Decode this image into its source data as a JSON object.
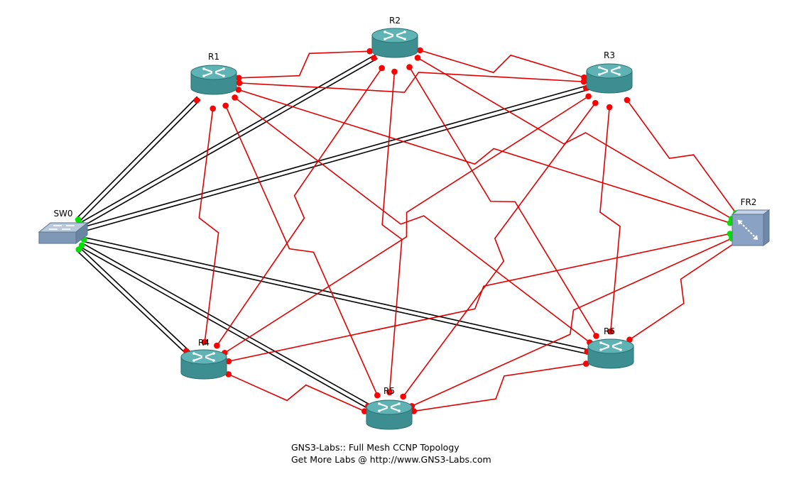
{
  "diagram": {
    "caption": {
      "line1": "GNS3-Labs:: Full Mesh CCNP Topology",
      "line2": "Get More Labs @ http://www.GNS3-Labs.com"
    },
    "colors": {
      "serial_link": "#e00000",
      "serial_endpoint": "#ff0000",
      "ethernet_link": "#000000",
      "switch_port": "#00e000",
      "router_body": "#3c8e91",
      "router_top": "#5fb3b5",
      "switch_body": "#7f98b5",
      "frame_relay_body": "#8aa3c4"
    },
    "nodes": [
      {
        "id": "R1",
        "label": "R1",
        "type": "router",
        "icon": "router-icon"
      },
      {
        "id": "R2",
        "label": "R2",
        "type": "router",
        "icon": "router-icon"
      },
      {
        "id": "R3",
        "label": "R3",
        "type": "router",
        "icon": "router-icon"
      },
      {
        "id": "R4",
        "label": "R4",
        "type": "router",
        "icon": "router-icon"
      },
      {
        "id": "R5",
        "label": "R5",
        "type": "router",
        "icon": "router-icon"
      },
      {
        "id": "R6",
        "label": "R6",
        "type": "router",
        "icon": "router-icon"
      },
      {
        "id": "SW0",
        "label": "SW0",
        "type": "switch",
        "icon": "switch-icon"
      },
      {
        "id": "FR2",
        "label": "FR2",
        "type": "frame-relay-switch",
        "icon": "frame-relay-switch-icon"
      }
    ],
    "serial_links": [
      [
        "R1",
        "R2"
      ],
      [
        "R1",
        "R3"
      ],
      [
        "R1",
        "R4"
      ],
      [
        "R1",
        "R5"
      ],
      [
        "R1",
        "R6"
      ],
      [
        "R1",
        "FR2"
      ],
      [
        "R2",
        "R3"
      ],
      [
        "R2",
        "R4"
      ],
      [
        "R2",
        "R5"
      ],
      [
        "R2",
        "R6"
      ],
      [
        "R2",
        "FR2"
      ],
      [
        "R3",
        "R4"
      ],
      [
        "R3",
        "R5"
      ],
      [
        "R3",
        "R6"
      ],
      [
        "R3",
        "FR2"
      ],
      [
        "R4",
        "R5"
      ],
      [
        "R4",
        "FR2"
      ],
      [
        "R5",
        "R6"
      ],
      [
        "R5",
        "FR2"
      ],
      [
        "R6",
        "FR2"
      ]
    ],
    "ethernet_links": [
      [
        "SW0",
        "R1"
      ],
      [
        "SW0",
        "R2"
      ],
      [
        "SW0",
        "R3"
      ],
      [
        "SW0",
        "R4"
      ],
      [
        "SW0",
        "R5"
      ],
      [
        "SW0",
        "R6"
      ]
    ]
  }
}
